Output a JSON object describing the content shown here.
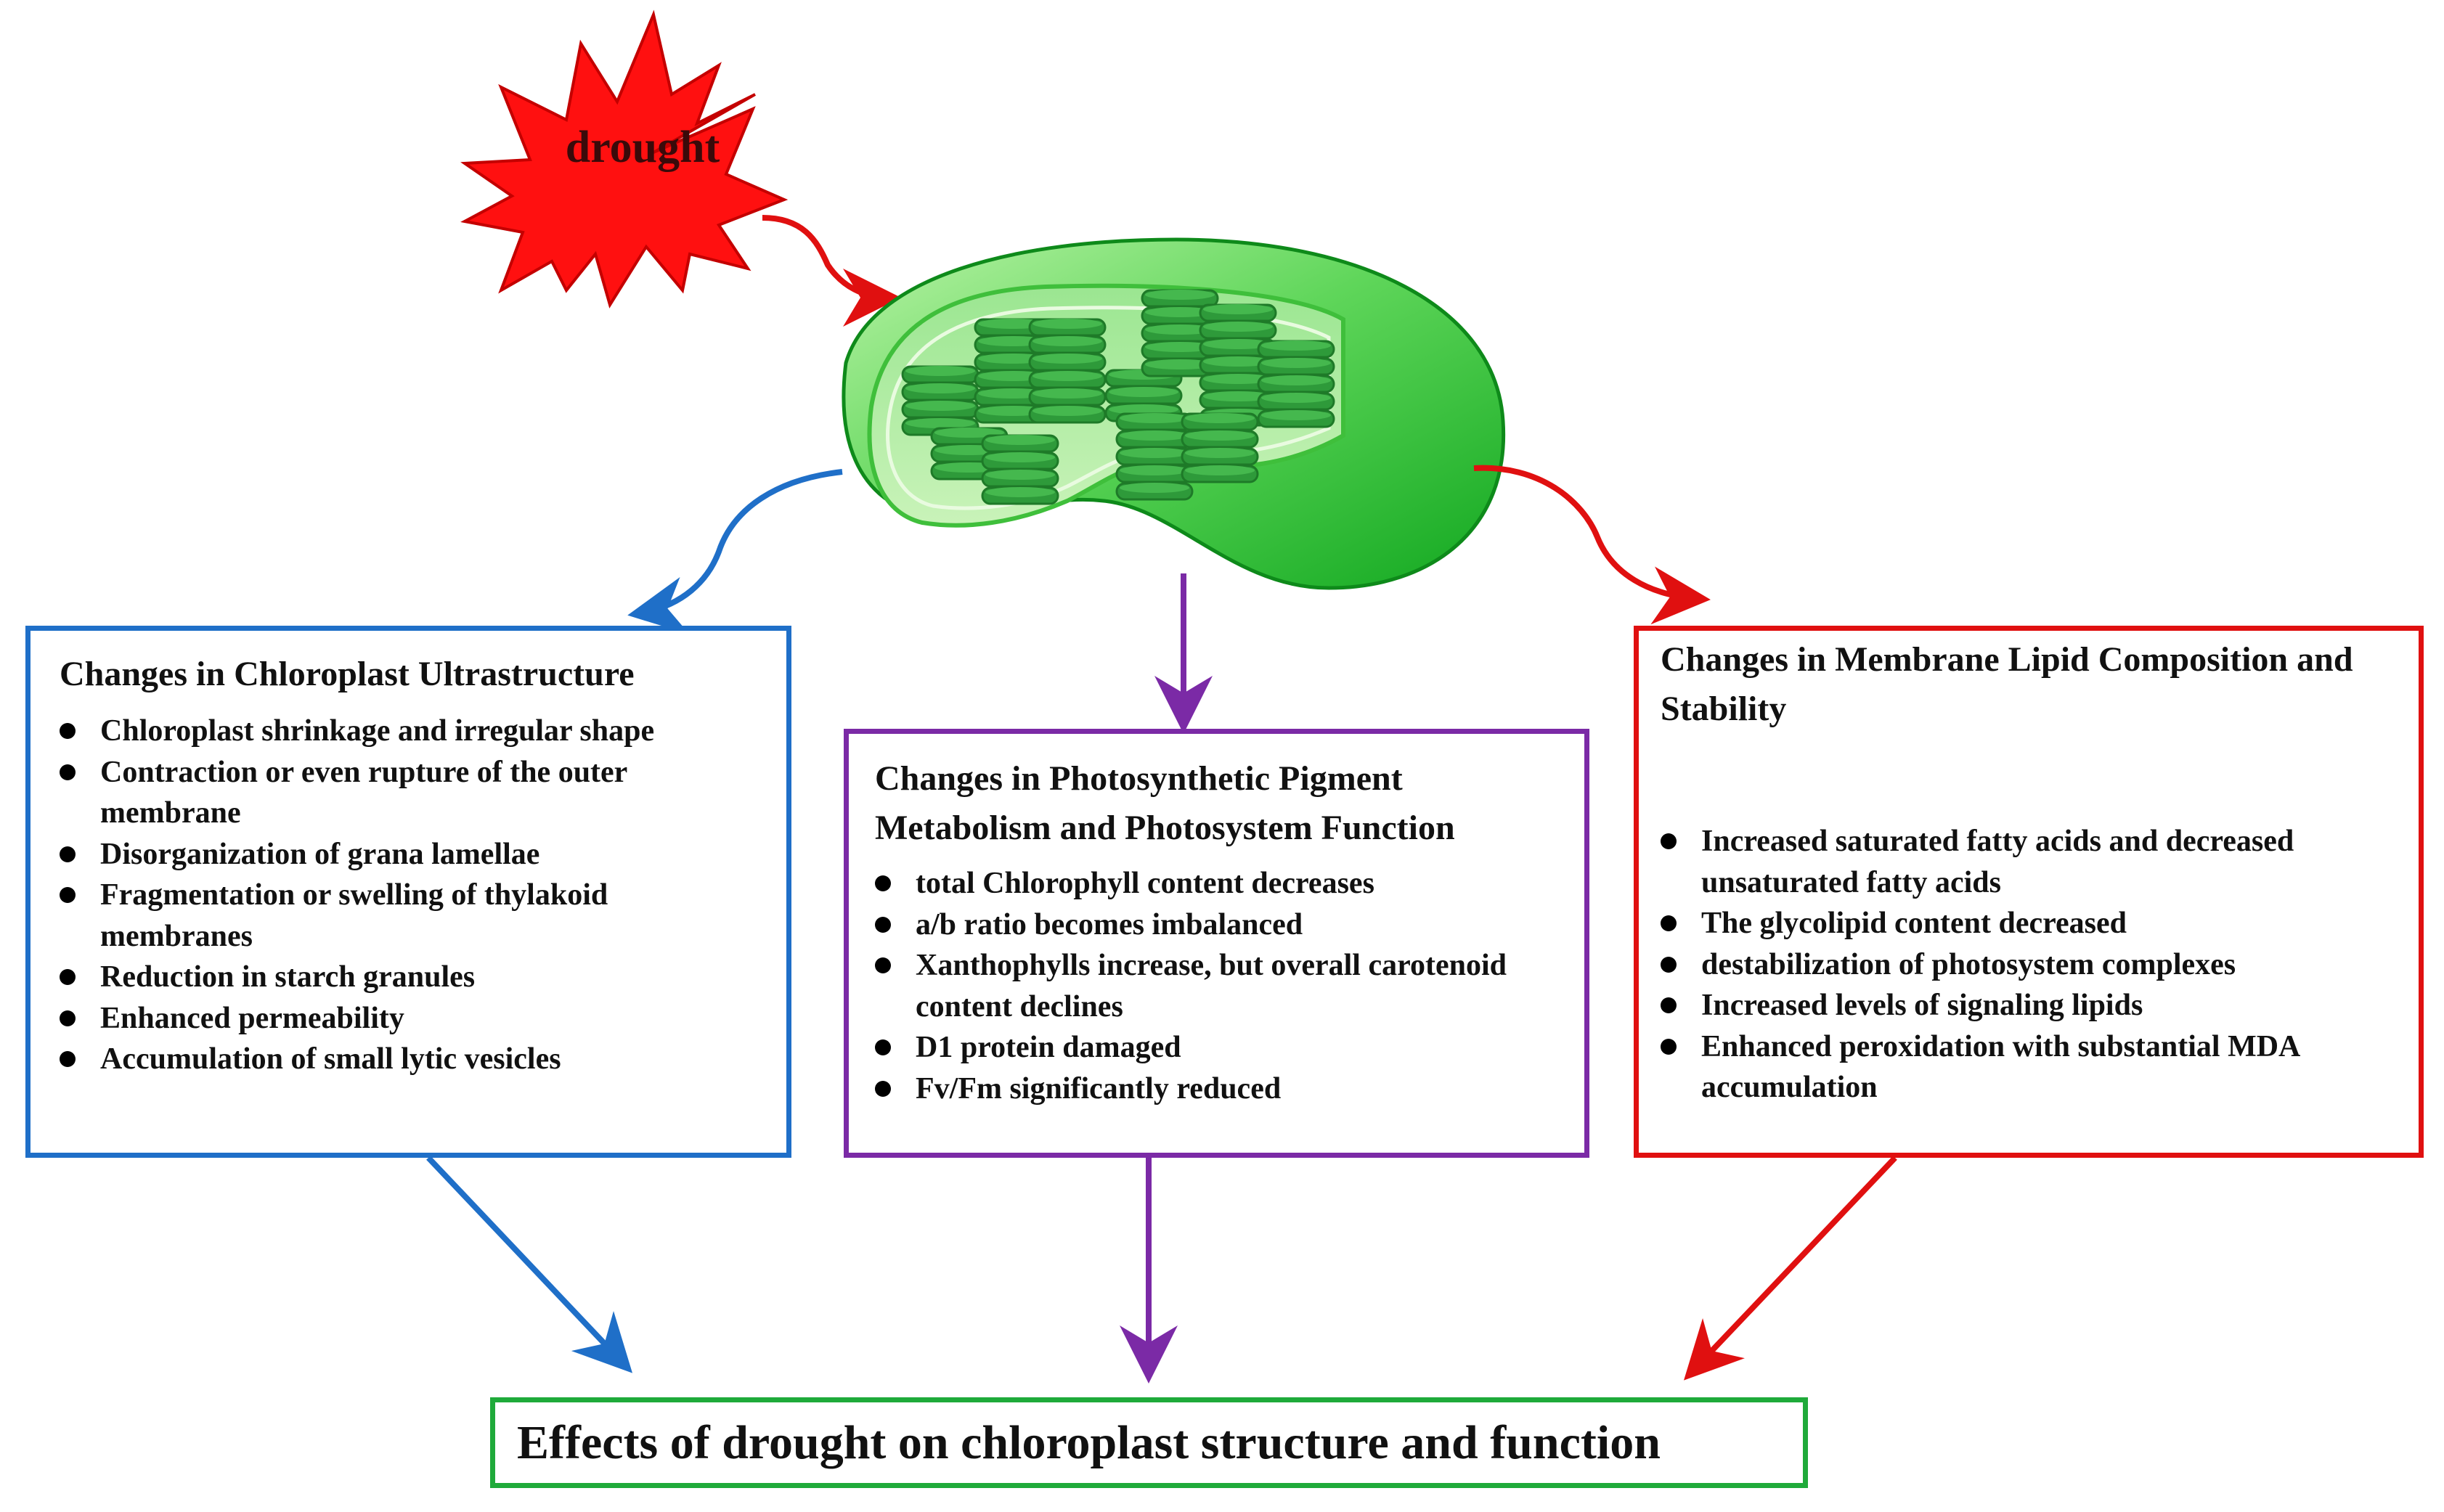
{
  "trigger": {
    "label": "drought"
  },
  "boxes": {
    "ultrastructure": {
      "title": "Changes in Chloroplast Ultrastructure",
      "items": [
        "Chloroplast shrinkage and irregular shape",
        "Contraction or even rupture of the outer membrane",
        "Disorganization of grana lamellae",
        "Fragmentation or swelling of thylakoid membranes",
        "Reduction in starch granules",
        "Enhanced permeability",
        "Accumulation of small lytic vesicles"
      ]
    },
    "pigment": {
      "title": "Changes in Photosynthetic Pigment Metabolism and Photosystem Function",
      "items": [
        "total Chlorophyll content decreases",
        "a/b ratio becomes imbalanced",
        "Xanthophylls increase, but overall carotenoid content declines",
        "D1 protein damaged",
        "Fv/Fm significantly reduced"
      ]
    },
    "lipid": {
      "title": "Changes in Membrane Lipid Composition and Stability",
      "items": [
        "Increased saturated fatty acids and decreased unsaturated fatty acids",
        "The glycolipid content decreased",
        "destabilization of photosystem complexes",
        "Increased levels of signaling lipids",
        "Enhanced peroxidation with substantial MDA accumulation"
      ]
    }
  },
  "conclusion": {
    "label": "Effects of drought on chloroplast structure and function"
  },
  "colors": {
    "blue": "#1f6fc8",
    "purple": "#7b2aa6",
    "red": "#e01010",
    "green": "#1faa3a",
    "burst": "#ff1010"
  }
}
